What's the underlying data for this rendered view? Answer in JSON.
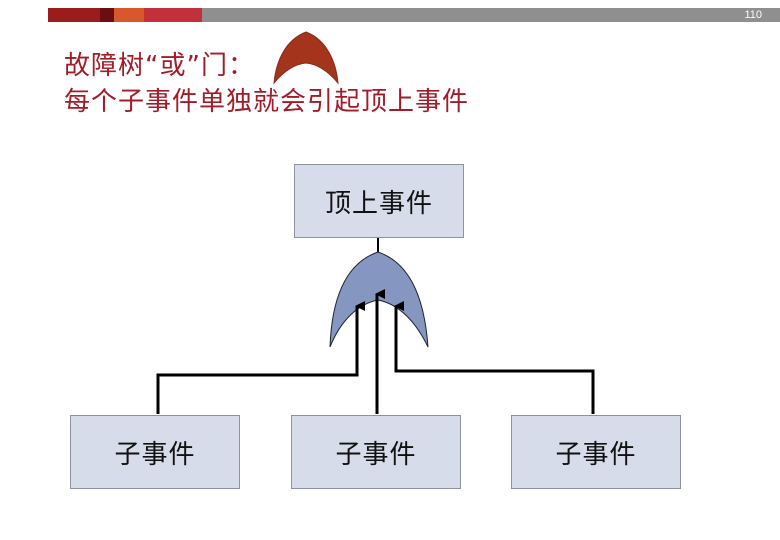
{
  "page": {
    "number": "110"
  },
  "title": {
    "line1": "故障树“或”门：",
    "line2": "每个子事件单独就会引起顶上事件"
  },
  "diagram": {
    "top_event": "顶上事件",
    "child_events": [
      "子事件",
      "子事件",
      "子事件"
    ]
  },
  "colors": {
    "title": "#a11c28",
    "gate_title": "#a4341c",
    "gate_diagram": "#8597c0",
    "box_fill": "#d6dcea"
  },
  "icons": {
    "title_gate": "or-gate-icon",
    "diagram_gate": "or-gate-icon"
  }
}
